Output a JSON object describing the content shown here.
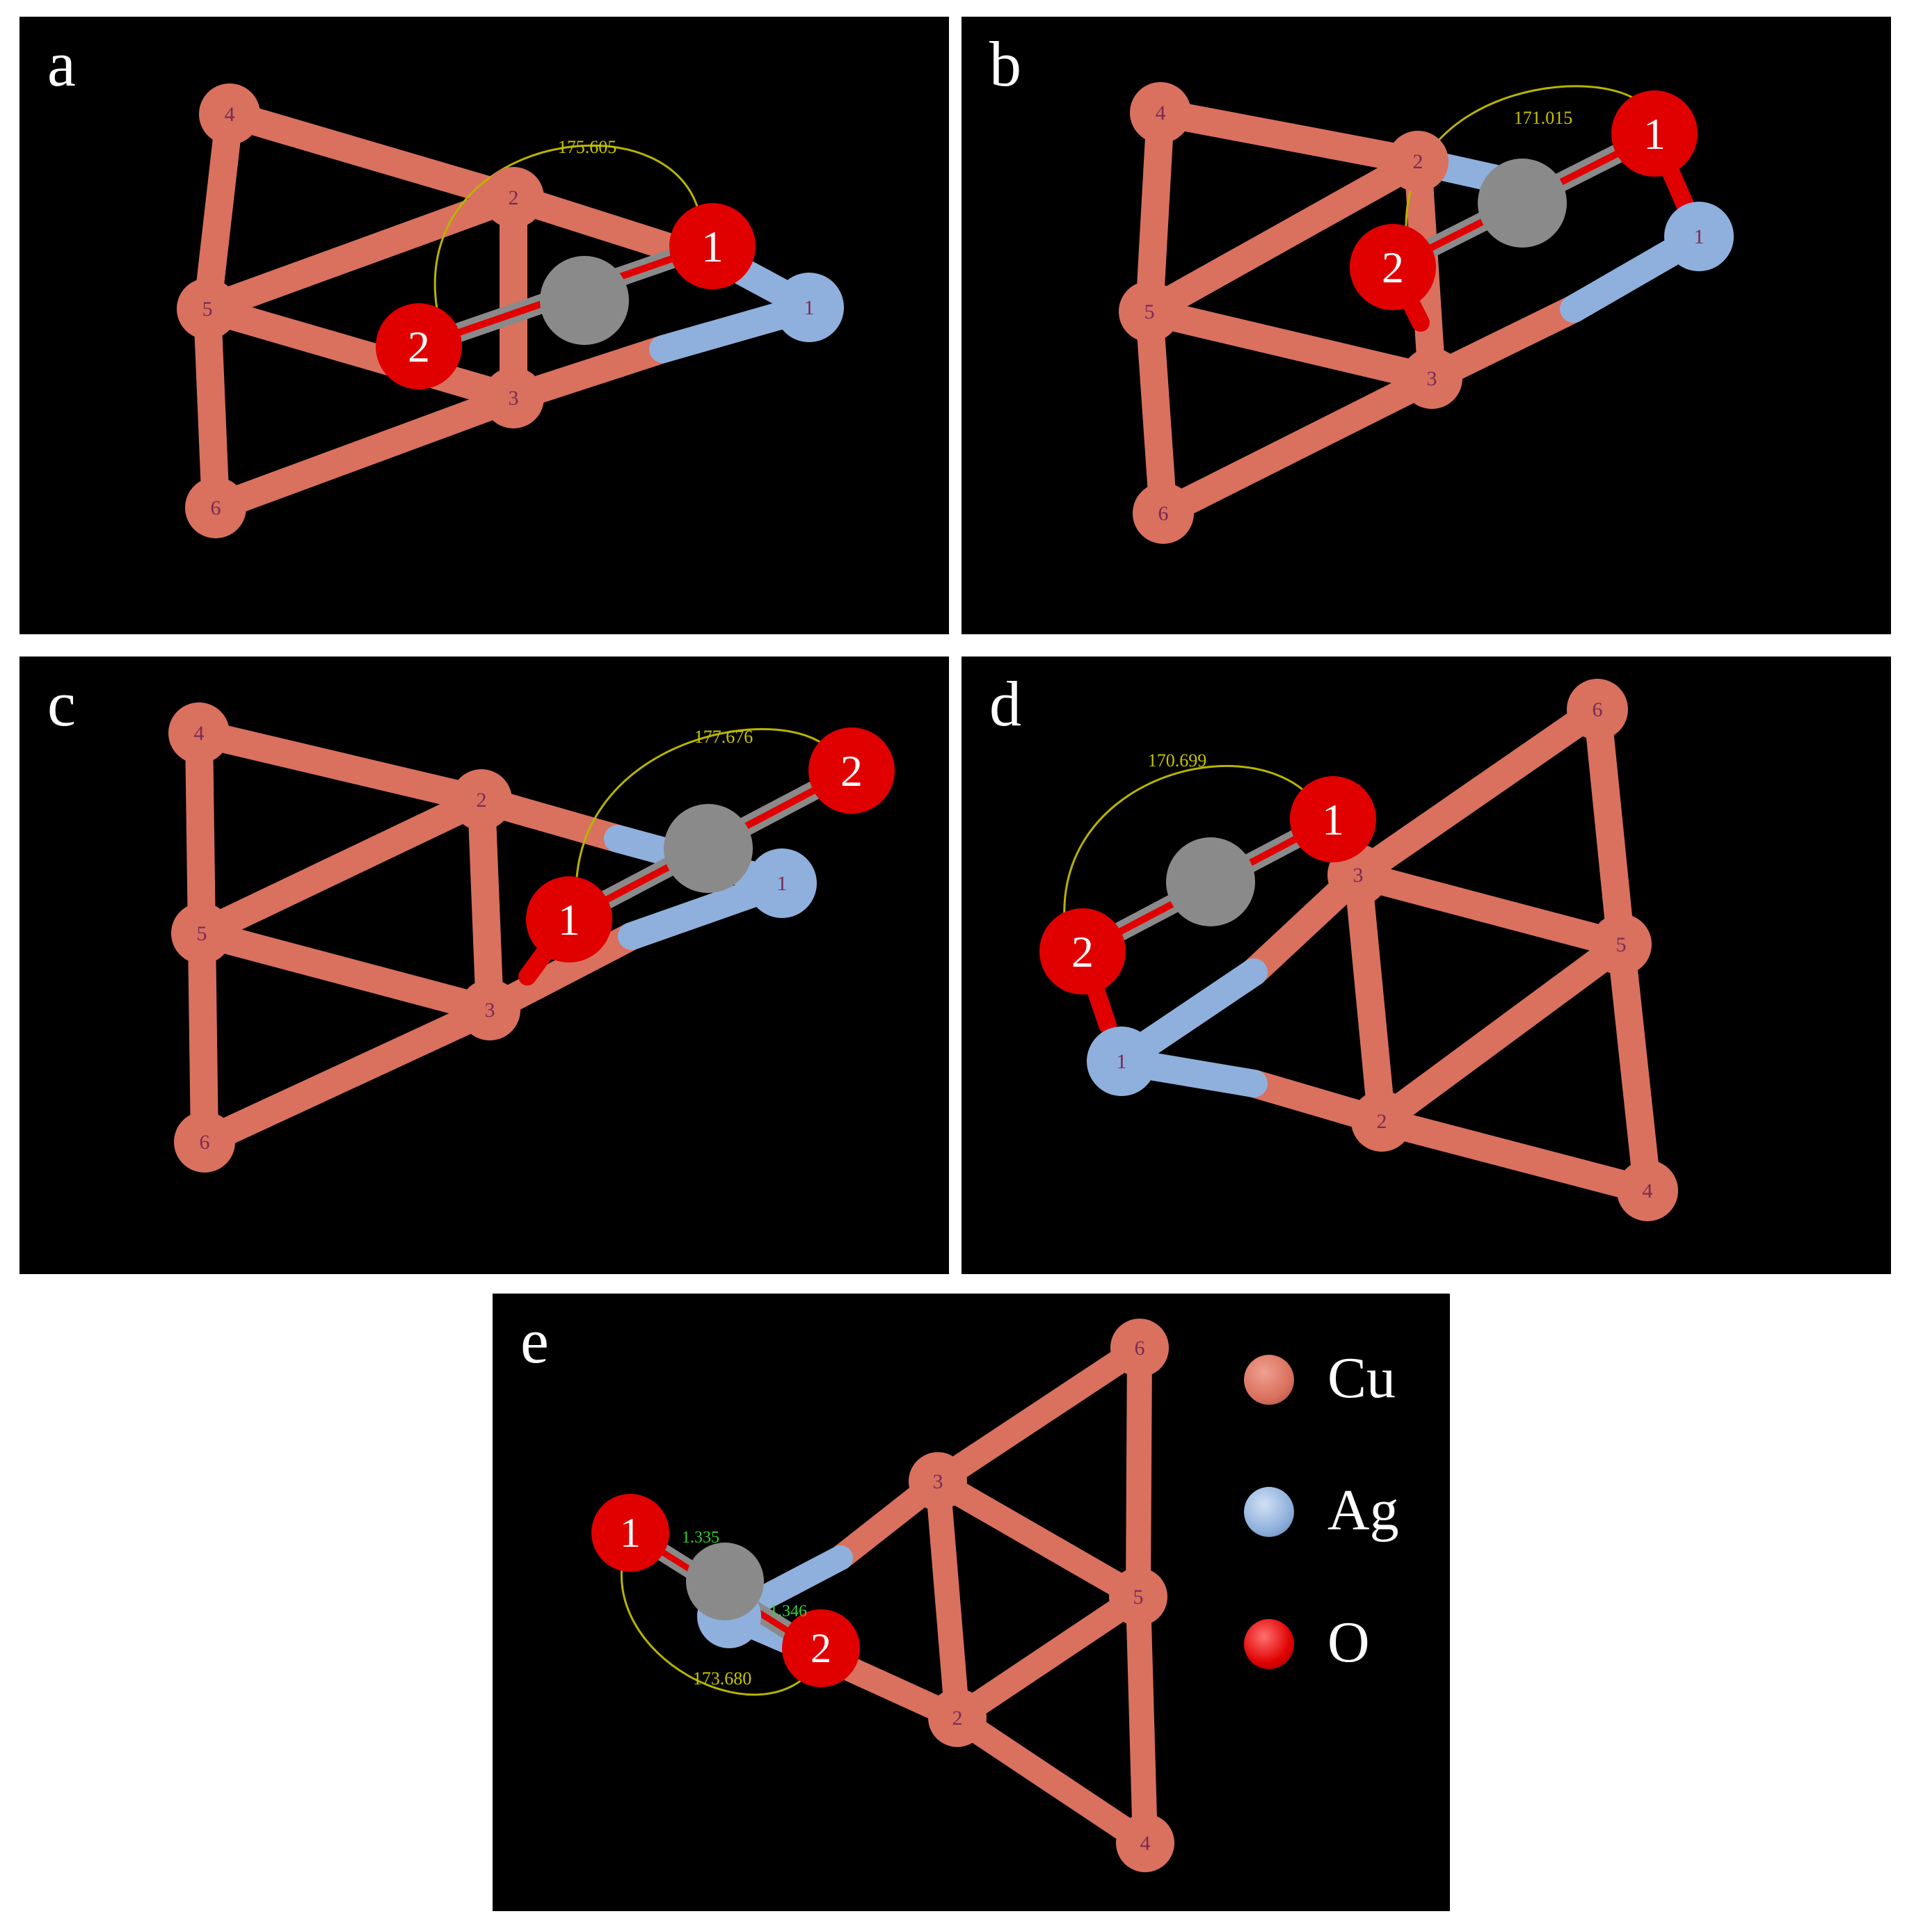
{
  "panels": [
    {
      "id": "a",
      "label": "a",
      "angle": "175.605"
    },
    {
      "id": "b",
      "label": "b",
      "angle": "171.015"
    },
    {
      "id": "c",
      "label": "c",
      "angle": "177.676"
    },
    {
      "id": "d",
      "label": "d",
      "angle": "170.699"
    },
    {
      "id": "e",
      "label": "e",
      "angle": "173.680",
      "bond_lengths": [
        "1.335",
        "1.346"
      ]
    }
  ],
  "legend": [
    {
      "label": "Cu",
      "color": "#d9715e"
    },
    {
      "label": "Ag",
      "color": "#8fb0dc"
    },
    {
      "label": "O",
      "color": "#e00000"
    }
  ],
  "colors": {
    "copper": "#d9715e",
    "silver": "#8fb0dc",
    "oxygen": "#e00000",
    "carbon": "#8a8a8a",
    "angle_arc": "#b8b400",
    "bond_label": "#2fd62f"
  }
}
